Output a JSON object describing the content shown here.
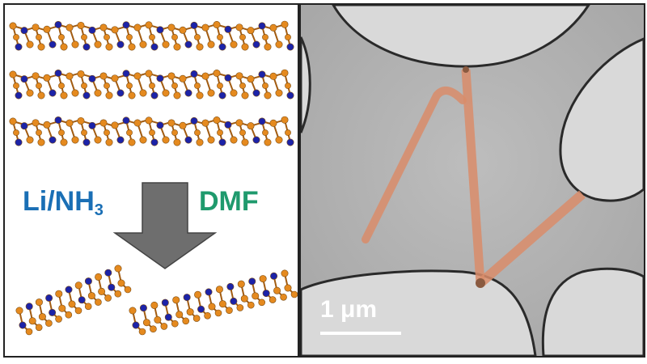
{
  "left_panel": {
    "reagent_label": "Li/NH",
    "reagent_subscript": "3",
    "solvent_label": "DMF",
    "colors": {
      "reagent": "#1a6fb5",
      "solvent": "#1f9a6d",
      "atom_a": "#e58a1f",
      "atom_b": "#1c23a8",
      "arrow": "#6e6e6e"
    }
  },
  "right_panel": {
    "scale_bar_label": "1 μm",
    "colors": {
      "ribbon": "#d98c6a",
      "film": "#bdbdbd",
      "hole": "#dcdcdc"
    }
  }
}
